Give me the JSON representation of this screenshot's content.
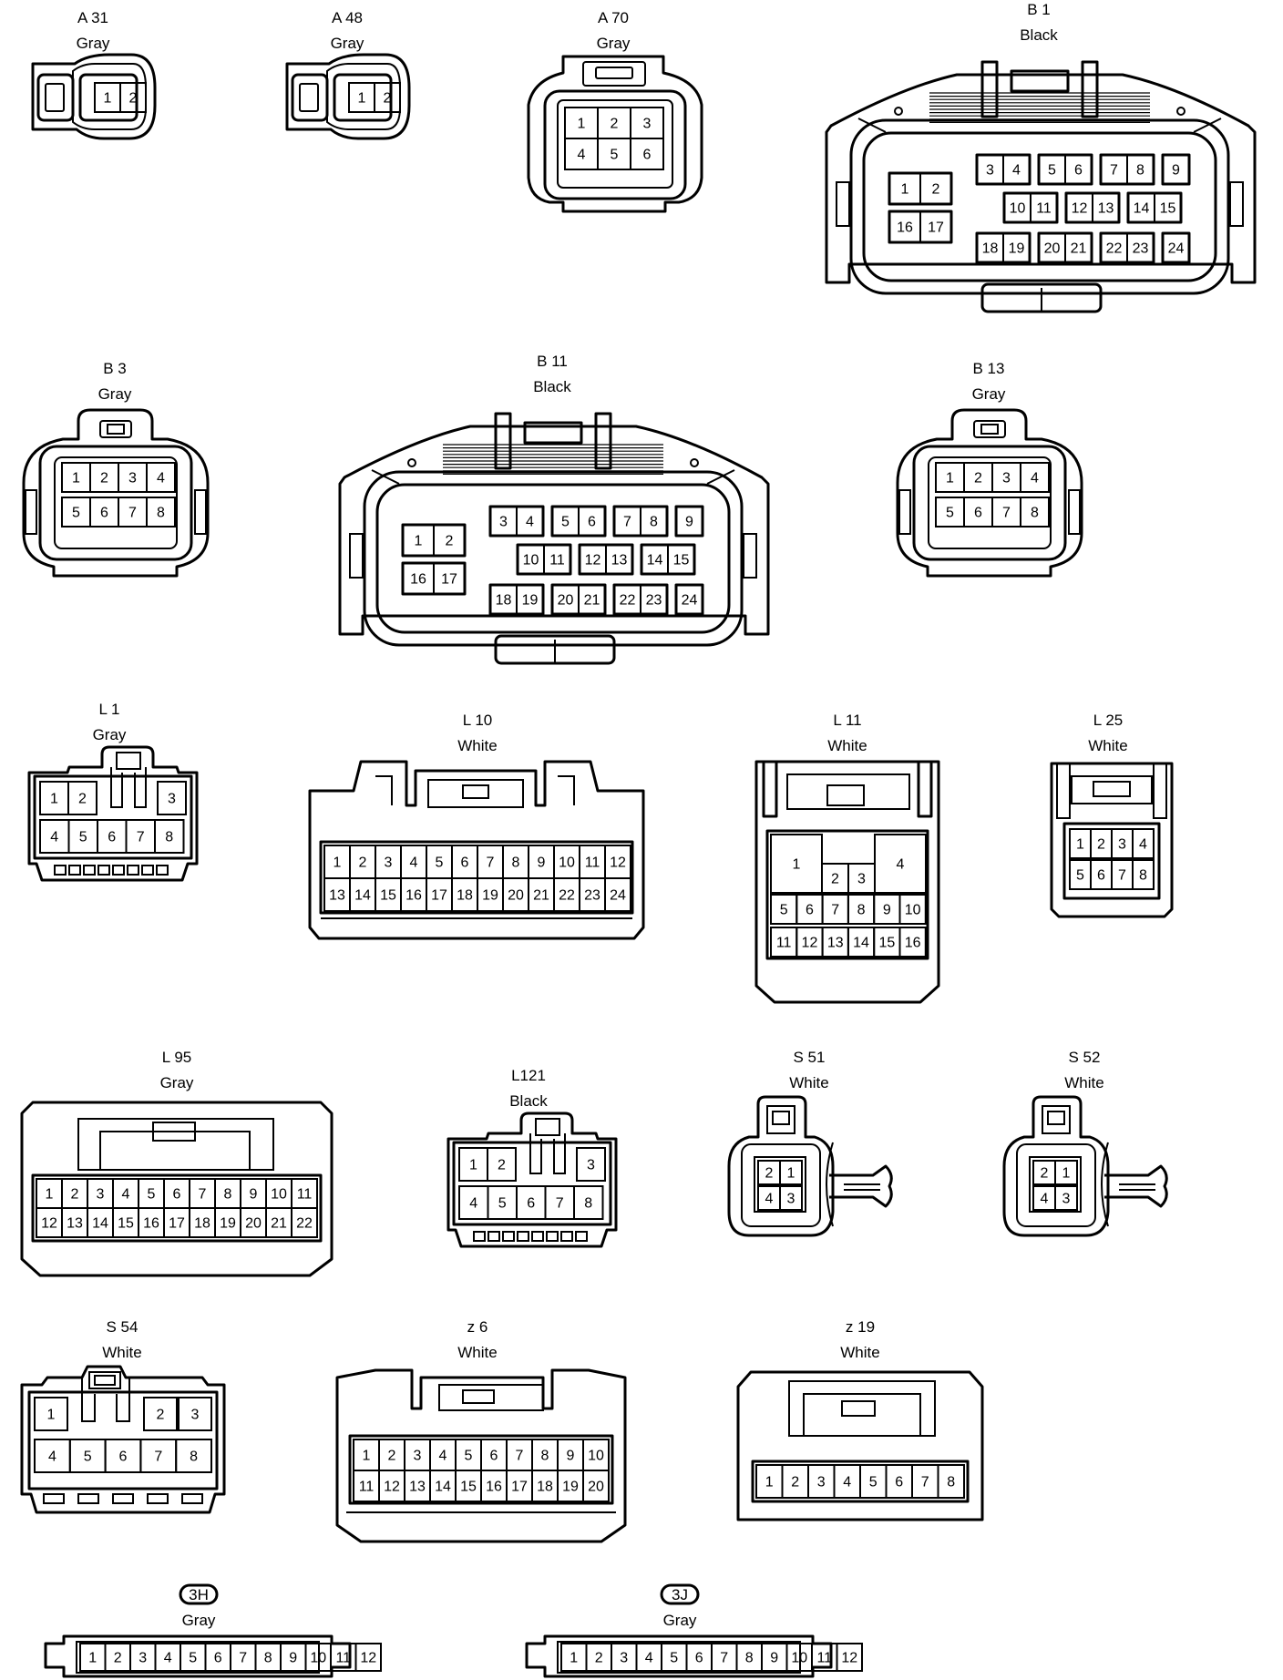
{
  "connectors": {
    "A31": {
      "id": "A 31",
      "color": "Gray",
      "pins": [
        "1",
        "2"
      ]
    },
    "A48": {
      "id": "A 48",
      "color": "Gray",
      "pins": [
        "1",
        "2"
      ]
    },
    "A70": {
      "id": "A 70",
      "color": "Gray",
      "pins": [
        "1",
        "2",
        "3",
        "4",
        "5",
        "6"
      ]
    },
    "B1": {
      "id": "B 1",
      "color": "Black",
      "pins": [
        "1",
        "2",
        "3",
        "4",
        "5",
        "6",
        "7",
        "8",
        "9",
        "10",
        "11",
        "12",
        "13",
        "14",
        "15",
        "16",
        "17",
        "18",
        "19",
        "20",
        "21",
        "22",
        "23",
        "24"
      ]
    },
    "B3": {
      "id": "B 3",
      "color": "Gray",
      "pins": [
        "1",
        "2",
        "3",
        "4",
        "5",
        "6",
        "7",
        "8"
      ]
    },
    "B11": {
      "id": "B 11",
      "color": "Black",
      "pins": [
        "1",
        "2",
        "3",
        "4",
        "5",
        "6",
        "7",
        "8",
        "9",
        "10",
        "11",
        "12",
        "13",
        "14",
        "15",
        "16",
        "17",
        "18",
        "19",
        "20",
        "21",
        "22",
        "23",
        "24"
      ]
    },
    "B13": {
      "id": "B 13",
      "color": "Gray",
      "pins": [
        "1",
        "2",
        "3",
        "4",
        "5",
        "6",
        "7",
        "8"
      ]
    },
    "L1": {
      "id": "L 1",
      "color": "Gray",
      "pins": [
        "1",
        "2",
        "3",
        "4",
        "5",
        "6",
        "7",
        "8"
      ]
    },
    "L10": {
      "id": "L 10",
      "color": "White",
      "pins": [
        "1",
        "2",
        "3",
        "4",
        "5",
        "6",
        "7",
        "8",
        "9",
        "10",
        "11",
        "12",
        "13",
        "14",
        "15",
        "16",
        "17",
        "18",
        "19",
        "20",
        "21",
        "22",
        "23",
        "24"
      ]
    },
    "L11": {
      "id": "L 11",
      "color": "White",
      "pins": [
        "1",
        "2",
        "3",
        "4",
        "5",
        "6",
        "7",
        "8",
        "9",
        "10",
        "11",
        "12",
        "13",
        "14",
        "15",
        "16"
      ]
    },
    "L25": {
      "id": "L 25",
      "color": "White",
      "pins": [
        "1",
        "2",
        "3",
        "4",
        "5",
        "6",
        "7",
        "8"
      ]
    },
    "L95": {
      "id": "L 95",
      "color": "Gray",
      "pins": [
        "1",
        "2",
        "3",
        "4",
        "5",
        "6",
        "7",
        "8",
        "9",
        "10",
        "11",
        "12",
        "13",
        "14",
        "15",
        "16",
        "17",
        "18",
        "19",
        "20",
        "21",
        "22"
      ]
    },
    "L121": {
      "id": "L121",
      "color": "Black",
      "pins": [
        "1",
        "2",
        "3",
        "4",
        "5",
        "6",
        "7",
        "8"
      ]
    },
    "S51": {
      "id": "S 51",
      "color": "White",
      "pins": [
        "1",
        "2",
        "3",
        "4"
      ]
    },
    "S52": {
      "id": "S 52",
      "color": "White",
      "pins": [
        "1",
        "2",
        "3",
        "4"
      ]
    },
    "S54": {
      "id": "S 54",
      "color": "White",
      "pins": [
        "1",
        "2",
        "3",
        "4",
        "5",
        "6",
        "7",
        "8"
      ]
    },
    "z6": {
      "id": "z 6",
      "color": "White",
      "pins": [
        "1",
        "2",
        "3",
        "4",
        "5",
        "6",
        "7",
        "8",
        "9",
        "10",
        "11",
        "12",
        "13",
        "14",
        "15",
        "16",
        "17",
        "18",
        "19",
        "20"
      ]
    },
    "z19": {
      "id": "z 19",
      "color": "White",
      "pins": [
        "1",
        "2",
        "3",
        "4",
        "5",
        "6",
        "7",
        "8"
      ]
    },
    "C3H": {
      "id": "3H",
      "color": "Gray",
      "pins": [
        "1",
        "2",
        "3",
        "4",
        "5",
        "6",
        "7",
        "8",
        "9",
        "10",
        "11",
        "12"
      ]
    },
    "C3J": {
      "id": "3J",
      "color": "Gray",
      "pins": [
        "1",
        "2",
        "3",
        "4",
        "5",
        "6",
        "7",
        "8",
        "9",
        "10",
        "11",
        "12"
      ]
    }
  }
}
